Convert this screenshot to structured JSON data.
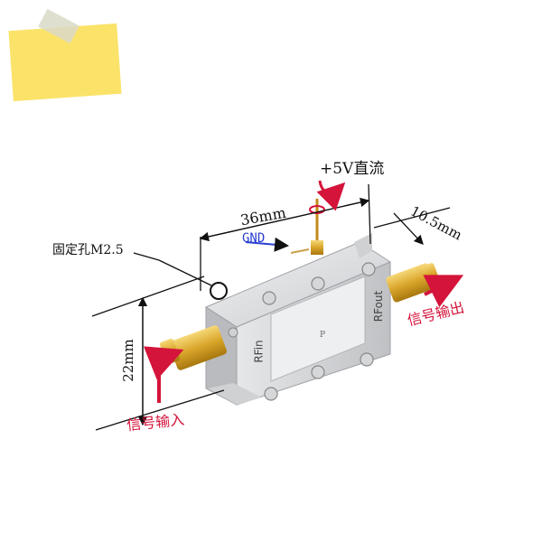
{
  "labels": {
    "power": "+5V直流",
    "width": "36mm",
    "depth": "10.5mm",
    "mount_hole": "固定孔M2.5",
    "gnd": "GND",
    "height": "22mm",
    "rf_in": "RFin",
    "rf_out": "RFout",
    "signal_in": "信号输入",
    "signal_out": "信号输出",
    "center_mark": "P"
  },
  "colors": {
    "sticky_note": "#fbe36a",
    "tape": "#d9d9c8",
    "arrow_red": "#d4143a",
    "gnd_blue": "#2a3fd1",
    "housing": "#dcdddf",
    "connector_gold": "#e0b43a"
  }
}
